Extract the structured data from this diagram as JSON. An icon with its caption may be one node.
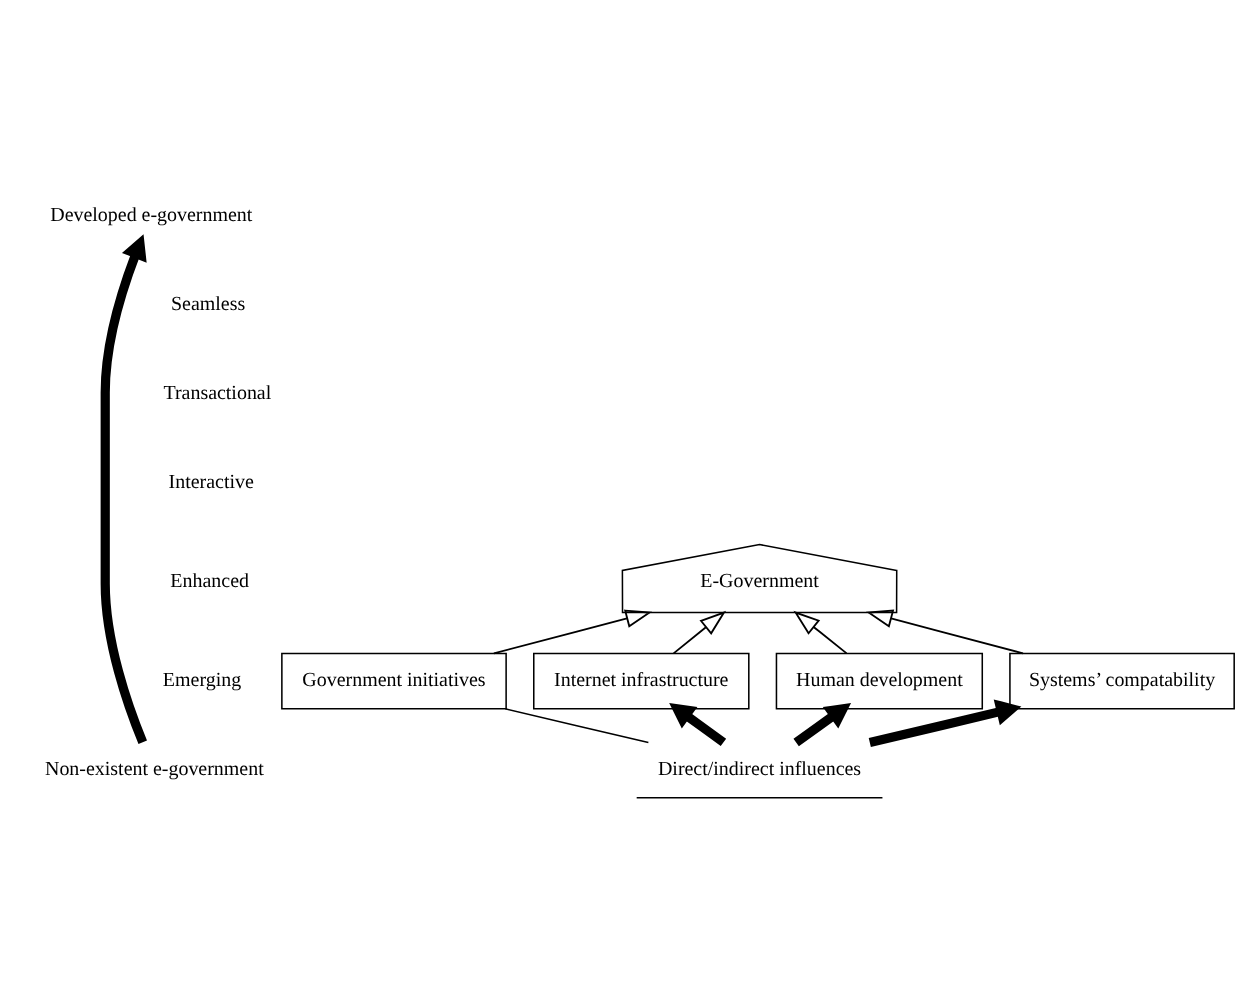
{
  "diagram": {
    "nodes": [
      {
        "text": [
          "Developed e-government"
        ]
      },
      {
        "text": [
          "Non-existent e-government"
        ]
      },
      {
        "text": [
          "E-Government"
        ]
      },
      {
        "text": [
          "Government initiatives"
        ]
      },
      {
        "text": [
          "Internet infrastructure"
        ]
      },
      {
        "text": [
          "Human development"
        ]
      },
      {
        "text": [
          "Systems’ compatability"
        ]
      },
      {
        "text": [
          "Direct/indirect influences"
        ]
      }
    ],
    "edges": [
      {
        "from": 1,
        "to": 0,
        "arrow": "to",
        "style": "thick"
      },
      {
        "from": 3,
        "to": 2,
        "arrow": "to"
      },
      {
        "from": 4,
        "to": 2,
        "arrow": "to"
      },
      {
        "from": 5,
        "to": 2,
        "arrow": "to"
      },
      {
        "from": 6,
        "to": 2,
        "arrow": "to"
      },
      {
        "from": 7,
        "to": 3,
        "arrow": "none"
      },
      {
        "from": 7,
        "to": 4,
        "arrow": "to",
        "style": "thick"
      },
      {
        "from": 7,
        "to": 5,
        "arrow": "to",
        "style": "thick"
      },
      {
        "from": 7,
        "to": 6,
        "arrow": "to",
        "style": "thick"
      }
    ],
    "labels": [
      "Seamless",
      "Transactional",
      "Interactive",
      "Enhanced",
      "Emerging"
    ]
  }
}
